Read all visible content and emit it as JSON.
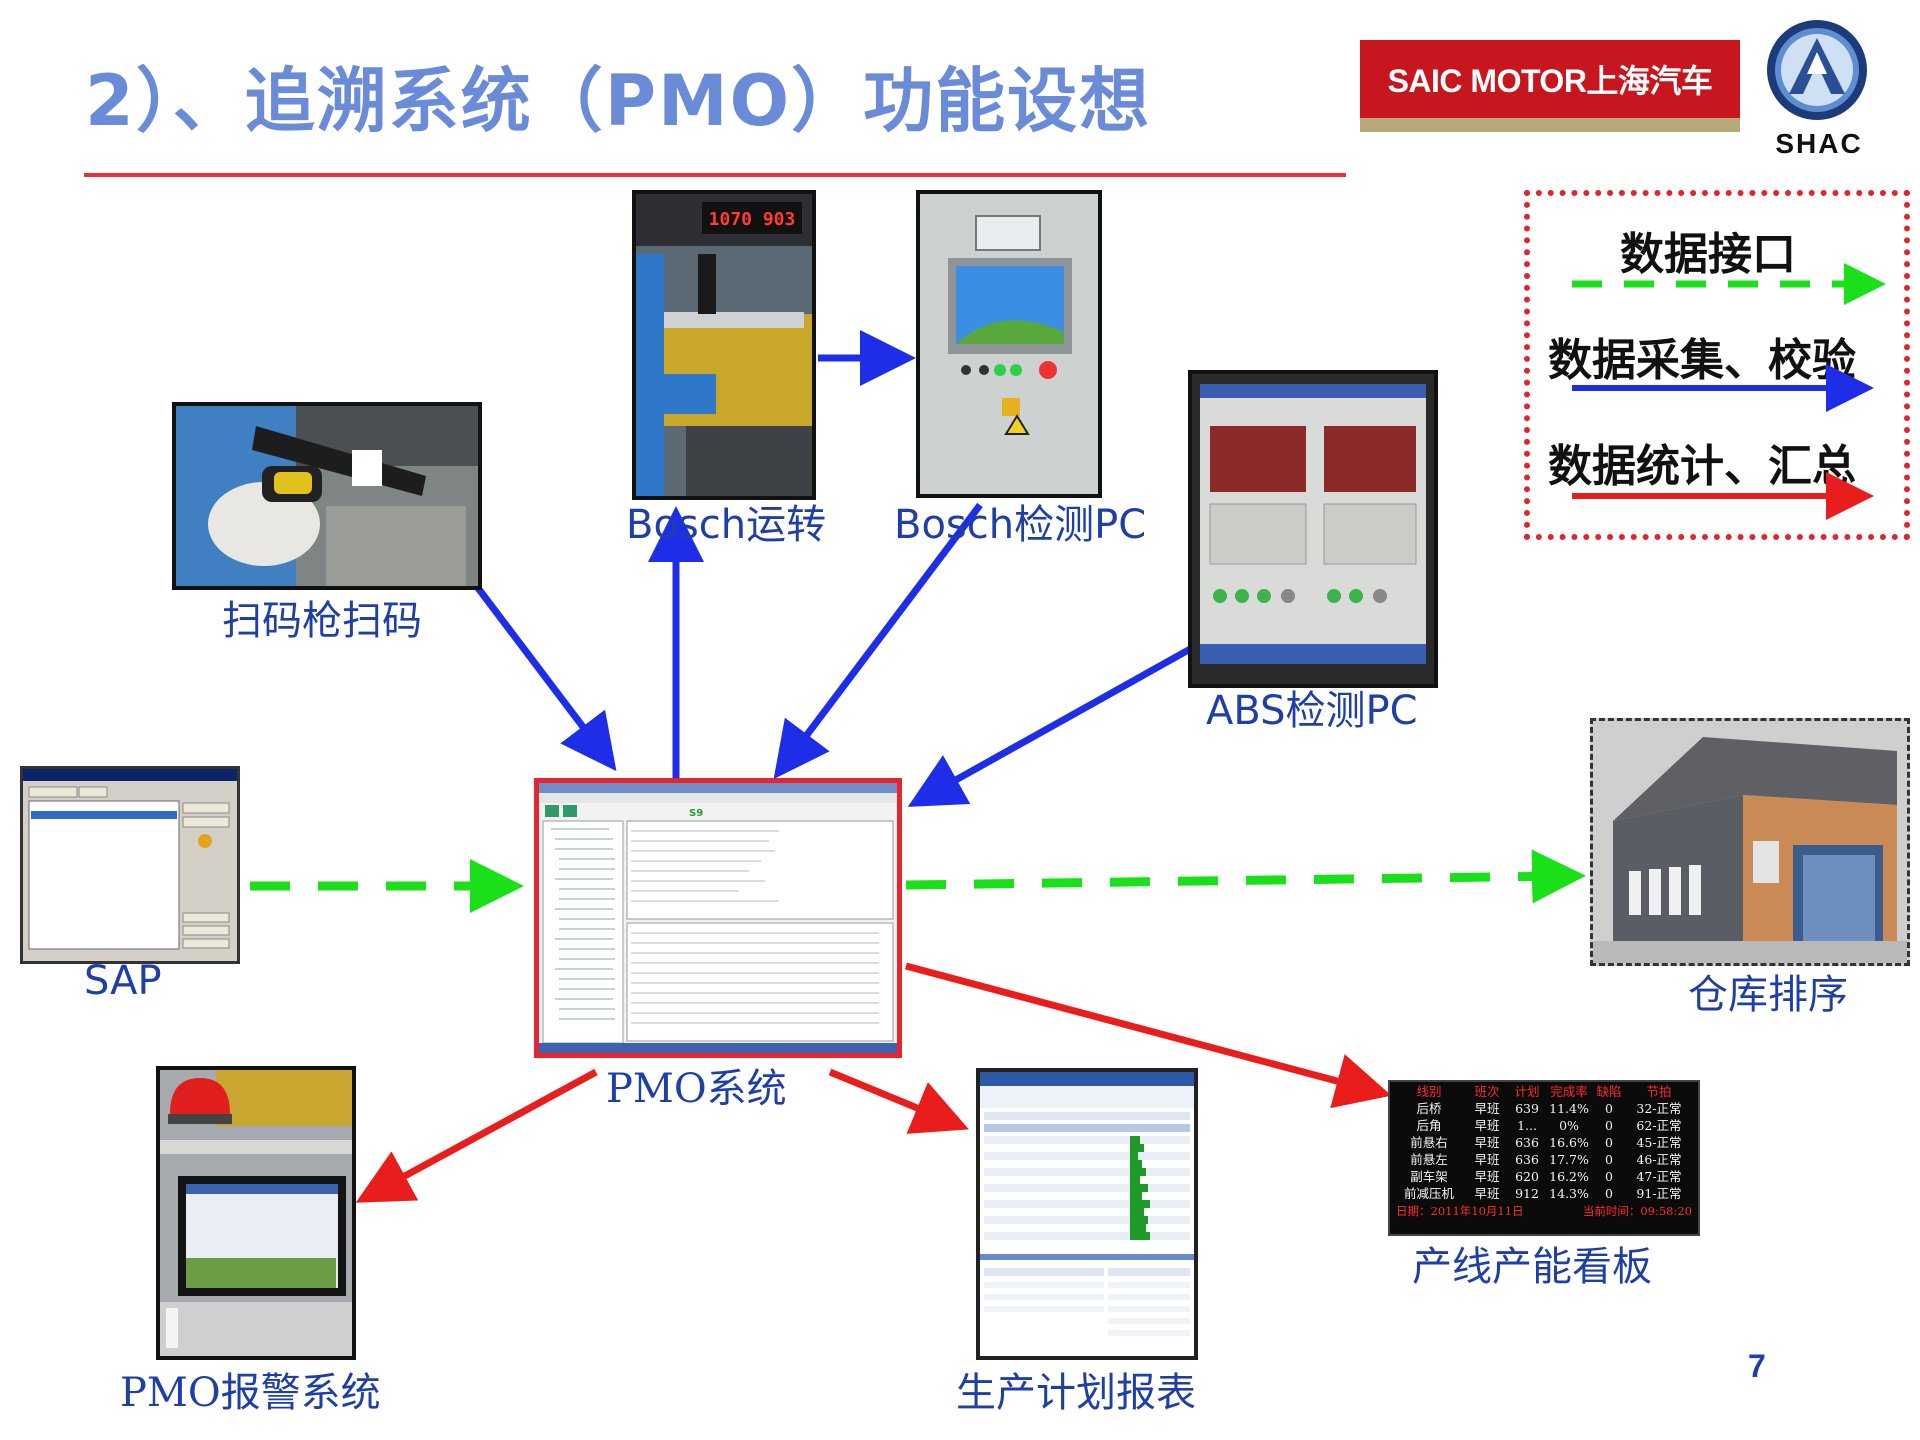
{
  "header": {
    "title": "2）、追溯系统（PMO）功能设想",
    "brand_logo": "SAIC MOTOR上海汽车",
    "badge_text": "SHAC"
  },
  "legend": {
    "items": [
      {
        "label": "数据接口",
        "color": "#19e019",
        "style": "dashed"
      },
      {
        "label": "数据采集、校验",
        "color": "#1d2de8",
        "style": "solid"
      },
      {
        "label": "数据统计、汇总",
        "color": "#ea1d1d",
        "style": "solid"
      }
    ]
  },
  "nodes": {
    "scanner": "扫码枪扫码",
    "bosch_run": "Bosch运转",
    "bosch_pc": "Bosch检测PC",
    "abs_pc": "ABS检测PC",
    "sap": "SAP",
    "pmo": "PMO系统",
    "warehouse": "仓库排序",
    "alarm": "PMO报警系统",
    "plan_report": "生产计划报表",
    "kanban": "产线产能看板"
  },
  "kanban_board": {
    "headers": [
      "线别",
      "班次",
      "计划",
      "完成率",
      "缺陷",
      "节拍"
    ],
    "rows": [
      [
        "后桥",
        "早班",
        "639",
        "11.4%",
        "0",
        "32-正常"
      ],
      [
        "后角",
        "早班",
        "1...",
        "0%",
        "0",
        "62-正常"
      ],
      [
        "前悬右",
        "早班",
        "636",
        "16.6%",
        "0",
        "45-正常"
      ],
      [
        "前悬左",
        "早班",
        "636",
        "17.7%",
        "0",
        "46-正常"
      ],
      [
        "副车架",
        "早班",
        "620",
        "16.2%",
        "0",
        "47-正常"
      ],
      [
        "前减压机",
        "早班",
        "912",
        "14.3%",
        "0",
        "91-正常"
      ]
    ],
    "footer_date": "日期：2011年10月11日",
    "footer_time": "当前时间：09:58:20"
  },
  "bosch_display": "1070 903",
  "page_number": "7"
}
